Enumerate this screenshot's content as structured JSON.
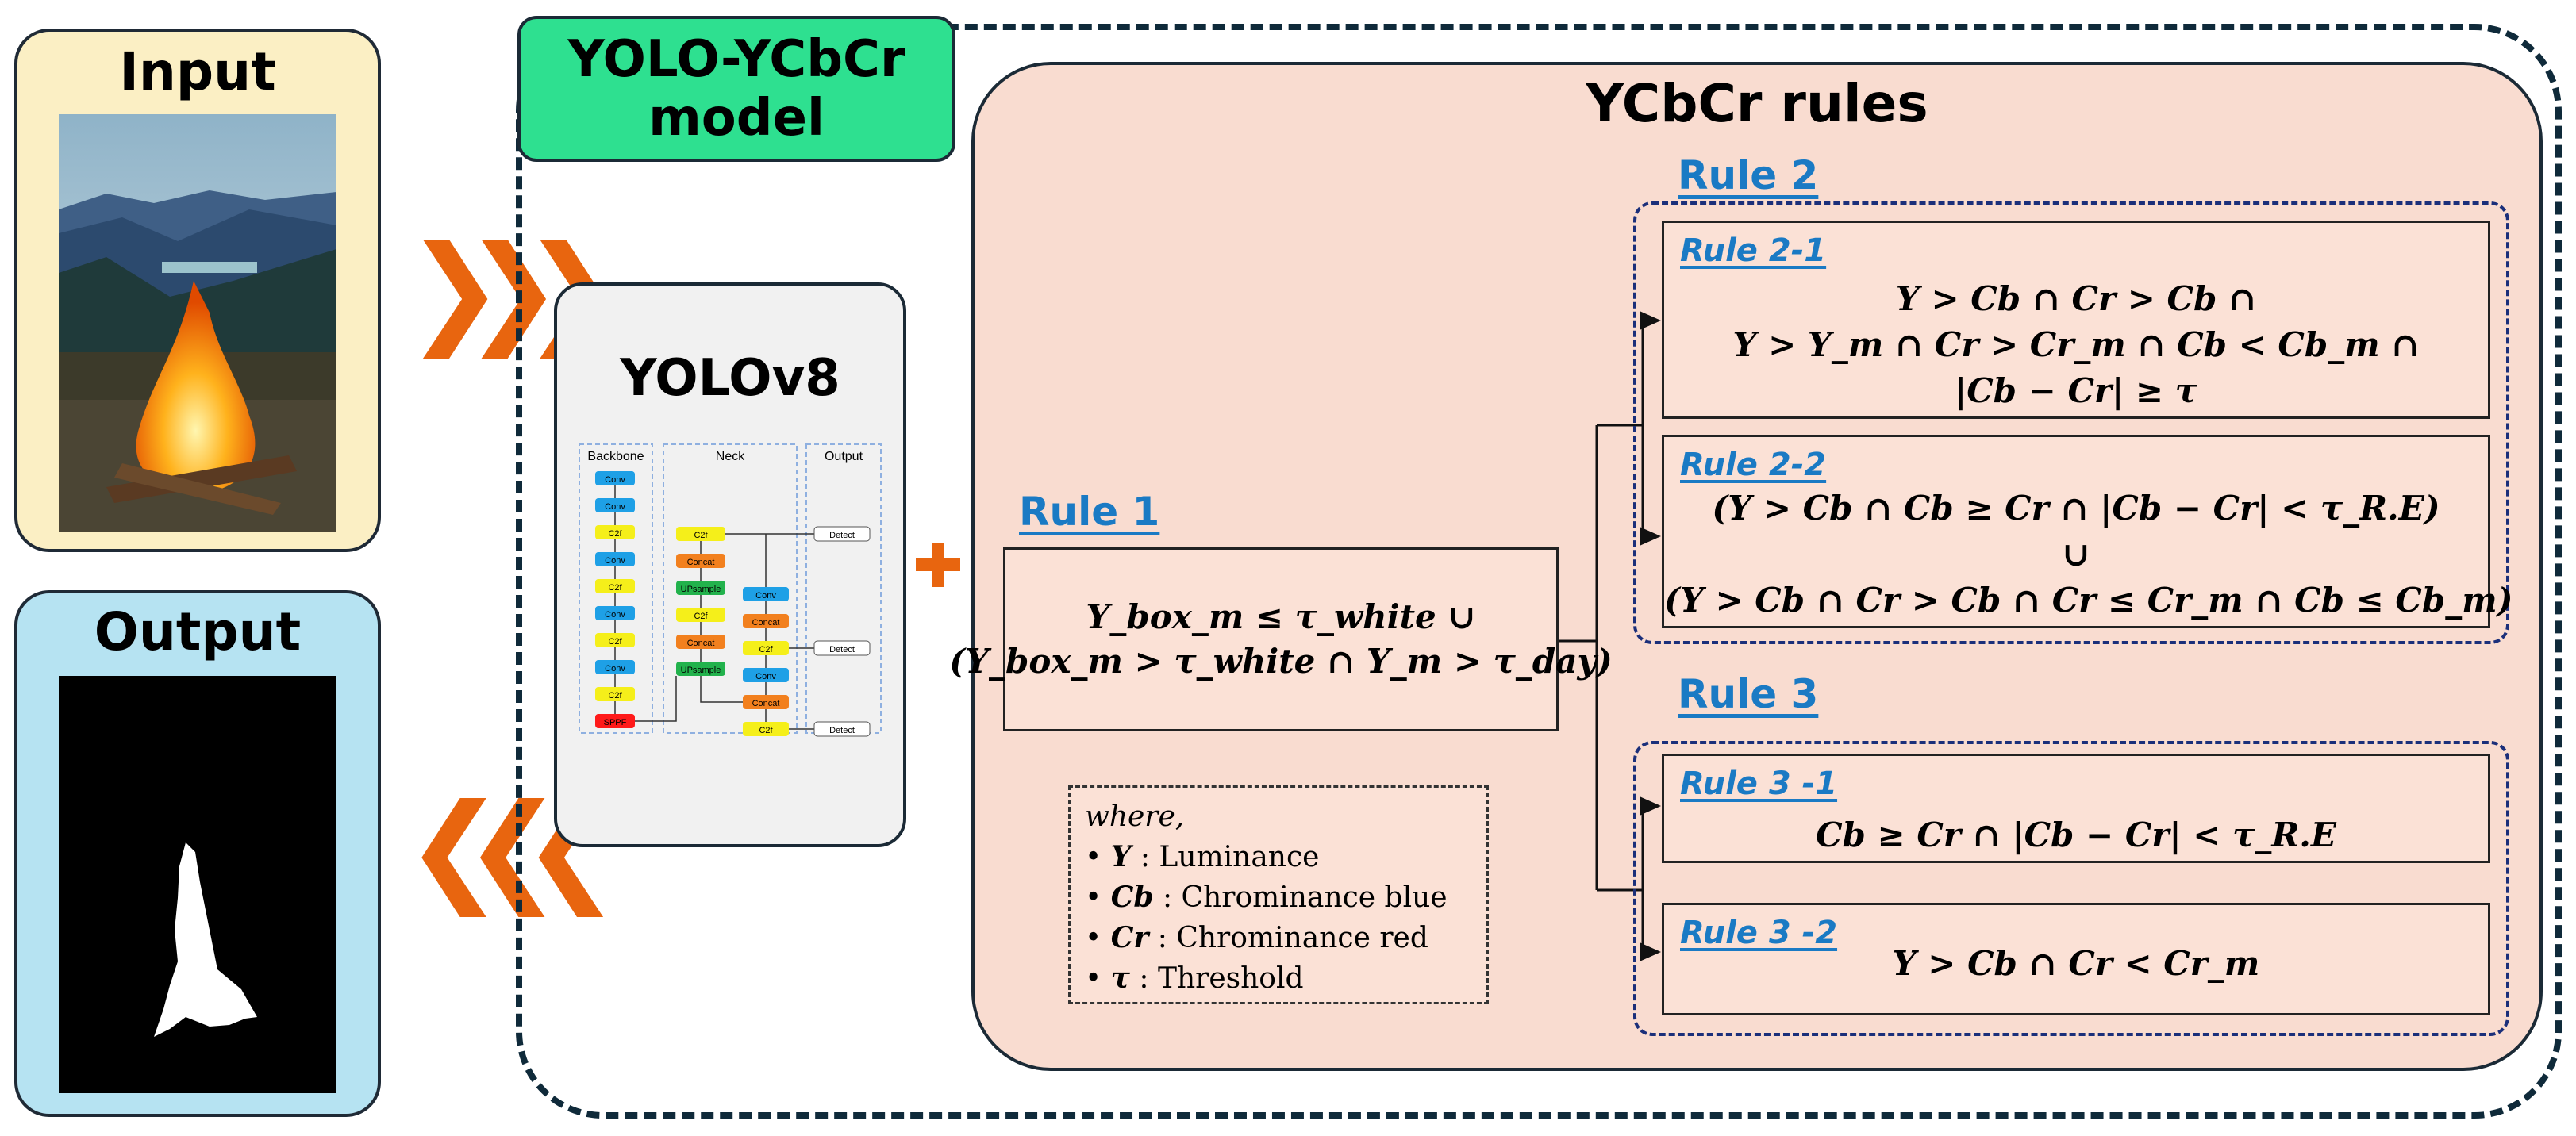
{
  "input_panel": {
    "title": "Input"
  },
  "output_panel": {
    "title": "Output"
  },
  "model": {
    "title": "YOLO-YCbCr\nmodel"
  },
  "yolo": {
    "title": "YOLOv8",
    "sections": [
      "Backbone",
      "Neck",
      "Output"
    ],
    "backbone_blocks": [
      "Conv",
      "Conv",
      "C2f",
      "Conv",
      "C2f",
      "Conv",
      "C2f",
      "Conv",
      "C2f",
      "SPPF"
    ],
    "neck_blocks": [
      "C2f",
      "Concat",
      "UPsample",
      "C2f",
      "Concat",
      "UPsample",
      "Conv",
      "Concat",
      "C2f",
      "Conv",
      "Concat",
      "C2f"
    ],
    "output_blocks": [
      "Detect",
      "Detect",
      "Detect"
    ]
  },
  "rules": {
    "title": "YCbCr rules",
    "rule1": {
      "label": "Rule 1",
      "line1": "Y_box_m ≤ τ_white ∪",
      "line2": "(Y_box_m > τ_white ∩ Y_m > τ_day)"
    },
    "rule2": {
      "label": "Rule 2",
      "r21": {
        "label": "Rule 2-1",
        "line1": "Y > Cb ∩ Cr > Cb ∩",
        "line2": "Y > Y_m ∩ Cr > Cr_m ∩ Cb < Cb_m ∩",
        "line3": "|Cb − Cr| ≥ τ"
      },
      "r22": {
        "label": "Rule 2-2",
        "line1": "(Y > Cb ∩ Cb ≥ Cr ∩ |Cb − Cr| < τ_R.E)",
        "line2": "∪",
        "line3": "(Y > Cb ∩ Cr > Cb ∩ Cr ≤ Cr_m ∩ Cb ≤ Cb_m)"
      }
    },
    "rule3": {
      "label": "Rule 3",
      "r31": {
        "label": "Rule 3 -1",
        "line1": "Cb ≥ Cr ∩ |Cb − Cr| < τ_R.E"
      },
      "r32": {
        "label": "Rule 3 -2",
        "line1": "Y > Cb ∩ Cr < Cr_m"
      }
    },
    "where": {
      "heading": "where,",
      "items": [
        {
          "symbol": "Y",
          "desc": " : Luminance"
        },
        {
          "symbol": "Cb",
          "desc": " : Chrominance blue"
        },
        {
          "symbol": "Cr",
          "desc": " : Chrominance red"
        },
        {
          "symbol": "τ",
          "desc": " : Threshold"
        }
      ]
    }
  },
  "colors": {
    "input_bg": "#fbefc4",
    "output_bg": "#b6e3f2",
    "model_tab": "#2ee090",
    "rules_bg": "#f9dcd0",
    "rule_head": "#1a7ac4",
    "arrow_orange": "#e8650f"
  }
}
